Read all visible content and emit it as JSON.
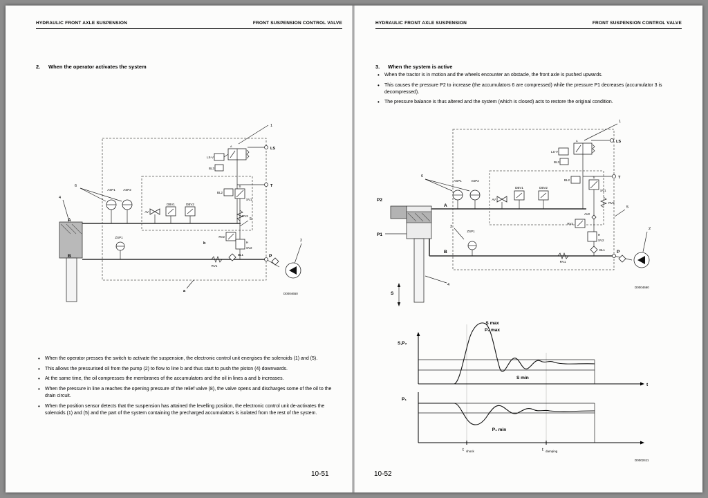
{
  "page_left": {
    "header": {
      "left": "HYDRAULIC FRONT AXLE SUSPENSION",
      "right": "FRONT SUSPENSION CONTROL VALVE"
    },
    "section_number": "2.",
    "section_title": "When the operator activates the system",
    "bullets": [
      "When the operator presses the switch to activate the suspension, the electronic control unit energises the solenoids (1) and (5).",
      "This allows the pressurised oil from the pump (2) to flow to line b and thus start to push the piston (4) downwards.",
      "At the same time, the oil compresses the membranes of the accumulators and the oil in lines a and b increases.",
      "When the pressure in line a reaches the opening pressure of the relief valve (8), the valve opens and discharges some of the oil to the drain circuit.",
      "When the position sensor detects that the suspension has attained the levelling position, the electronic control unit de-activates the solenoids (1) and (5) and the part of the system containing the precharged accumulators is isolated from the rest of the system."
    ],
    "fig_code": "D0004650",
    "page_number": "10-51"
  },
  "page_right": {
    "header": {
      "left": "HYDRAULIC FRONT AXLE SUSPENSION",
      "right": "FRONT SUSPENSION CONTROL VALVE"
    },
    "section_number": "3.",
    "section_title": "When the system is active",
    "bullets": [
      "When the tractor is in motion and the wheels encounter an obstacle, the front axle is pushed upwards.",
      "This causes the pressure P2 to increase (the accumulators 6 are compressed) while the pressure P1 decreases (accumulator 3 is decompressed).",
      "The pressure balance is thus altered and the system (which is closed) acts to restore the original condition."
    ],
    "fig_code": "D0004660",
    "graph": {
      "ylabel_top": "S,P₂",
      "ylabel_bottom": "P₁",
      "smax": "S max",
      "p2max": "P₂ max",
      "smin": "S min",
      "p1min": "P₁ min",
      "t": "t",
      "t_shock_base": "t",
      "t_shock_sub": "shock",
      "t_damping_base": "t",
      "t_damping_sub": "damping",
      "fig_code": "D0002411"
    },
    "page_number": "10-52"
  },
  "labels": {
    "ls": "LS",
    "t": "T",
    "port_a": "A",
    "port_b": "B",
    "port_p": "P",
    "p1": "P1",
    "p2": "P2",
    "s_travel": "S",
    "asp1": "ASP1",
    "asp2": "ASP2",
    "zsp1": "ZSP1",
    "dbv1": "DBV1",
    "dbv2": "DBV2",
    "av": "AV",
    "av2": "AV2",
    "bl1": "BL1",
    "bl2": "BL2",
    "bl3": "BL3",
    "ls_v": "LS-V",
    "rv1": "RV1",
    "rv2": "RV2",
    "rv3": "RV3",
    "sv1": "SV1",
    "sv2": "SV2",
    "s": "S",
    "h": "H",
    "n1": "1",
    "n2": "2",
    "n3": "3",
    "n4": "4",
    "n5": "5",
    "n6": "6",
    "line_a": "a",
    "line_b": "b"
  }
}
